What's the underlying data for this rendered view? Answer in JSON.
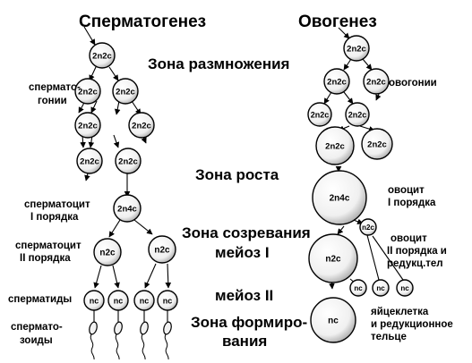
{
  "titles": {
    "left": "Сперматогенез",
    "right": "Овогенез"
  },
  "zones": {
    "reproduction": "Зона размножения",
    "growth": "Зона роста",
    "maturation": "Зона созревания",
    "meiosis1": "мейоз I",
    "meiosis2": "мейоз II",
    "formation_line1": "Зона формиро-",
    "formation_line2": "вания"
  },
  "left_labels": {
    "spermatogonia_line1": "сперматo-",
    "spermatogonia_line2": "гонии",
    "spermatocyte1_line1": "сперматоцит",
    "spermatocyte1_line2": "I порядка",
    "spermatocyte2_line1": "сперматоцит",
    "spermatocyte2_line2": "II порядка",
    "spermatids": "сперматиды",
    "spermatozoa_line1": "спермато-",
    "spermatozoa_line2": "зоиды"
  },
  "right_labels": {
    "oogonia": "овогонии",
    "oocyte1_line1": "овоцит",
    "oocyte1_line2": "I порядка",
    "oocyte2_line1": "овоцит",
    "oocyte2_line2": "II порядка и",
    "oocyte2_line3": "редукц.тел",
    "egg_line1": "яйцеклетка",
    "egg_line2": "и редукционное",
    "egg_line3": "тельце"
  },
  "cell_labels": {
    "c2n2c": "2n2c",
    "c2n4c": "2n4c",
    "cn2c": "n2c",
    "cnc": "nc"
  }
}
